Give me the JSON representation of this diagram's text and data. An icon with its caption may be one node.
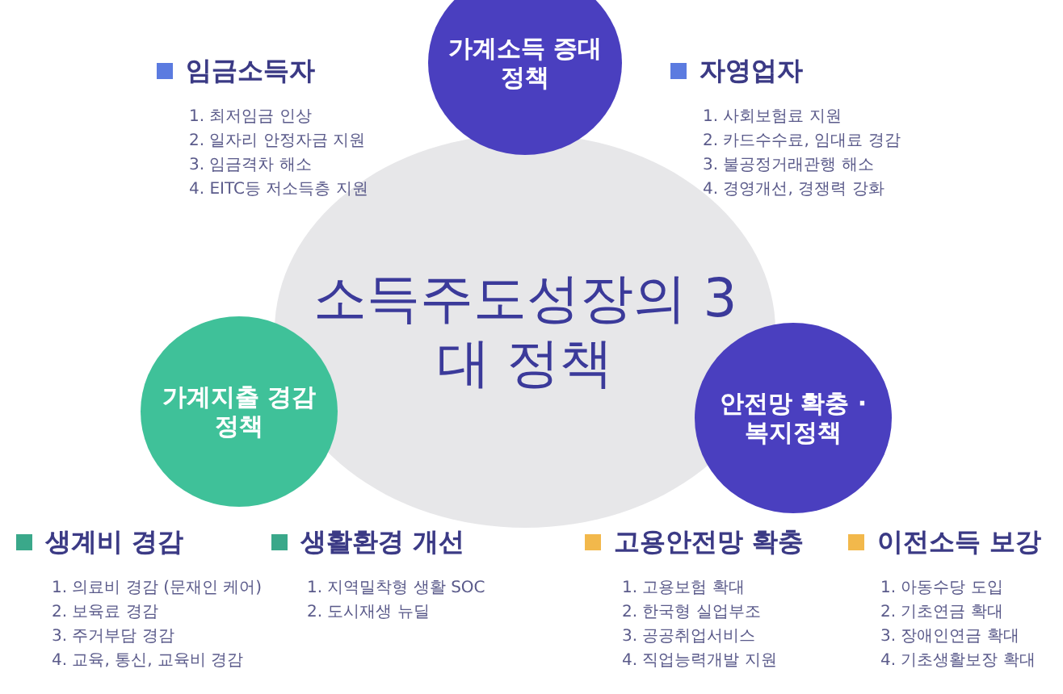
{
  "diagram": {
    "nodes": [
      {
        "text": [
          "가계소득 증대 정책"
        ]
      },
      {
        "text": [
          "소득주도성장의 3대 정책"
        ]
      },
      {
        "text": [
          "가계지출 경감 정책"
        ]
      },
      {
        "text": [
          "안전망 확충 ·복지정책"
        ]
      }
    ],
    "labels": [
      "임금소득자",
      "1. 최저임금 인상",
      "2. 일자리 안정자금 지원",
      "3. 임금격차 해소",
      "4. EITC등 저소득층 지원",
      "자영업자",
      "1. 사회보험료 지원",
      "2. 카드수수료, 임대료 경감",
      "3. 불공정거래관행 해소",
      "4. 경영개선, 경쟁력 강화",
      "생계비 경감",
      "1. 의료비 경감 (문재인 케어)",
      "2. 보육료 경감",
      "3. 주거부담 경감",
      "4. 교육, 통신, 교육비 경감",
      "생활환경 개선",
      "1. 지역밀착형 생활 SOC",
      "2. 도시재생 뉴딜",
      "고용안전망 확충",
      "1. 고용보험 확대",
      "2. 한국형 실업부조",
      "3. 공공취업서비스",
      "4. 직업능력개발 지원",
      "이전소득 보강",
      "1. 아동수당 도입",
      "2. 기초연금 확대",
      "3. 장애인연금 확대",
      "4. 기초생활보장 확대"
    ]
  }
}
